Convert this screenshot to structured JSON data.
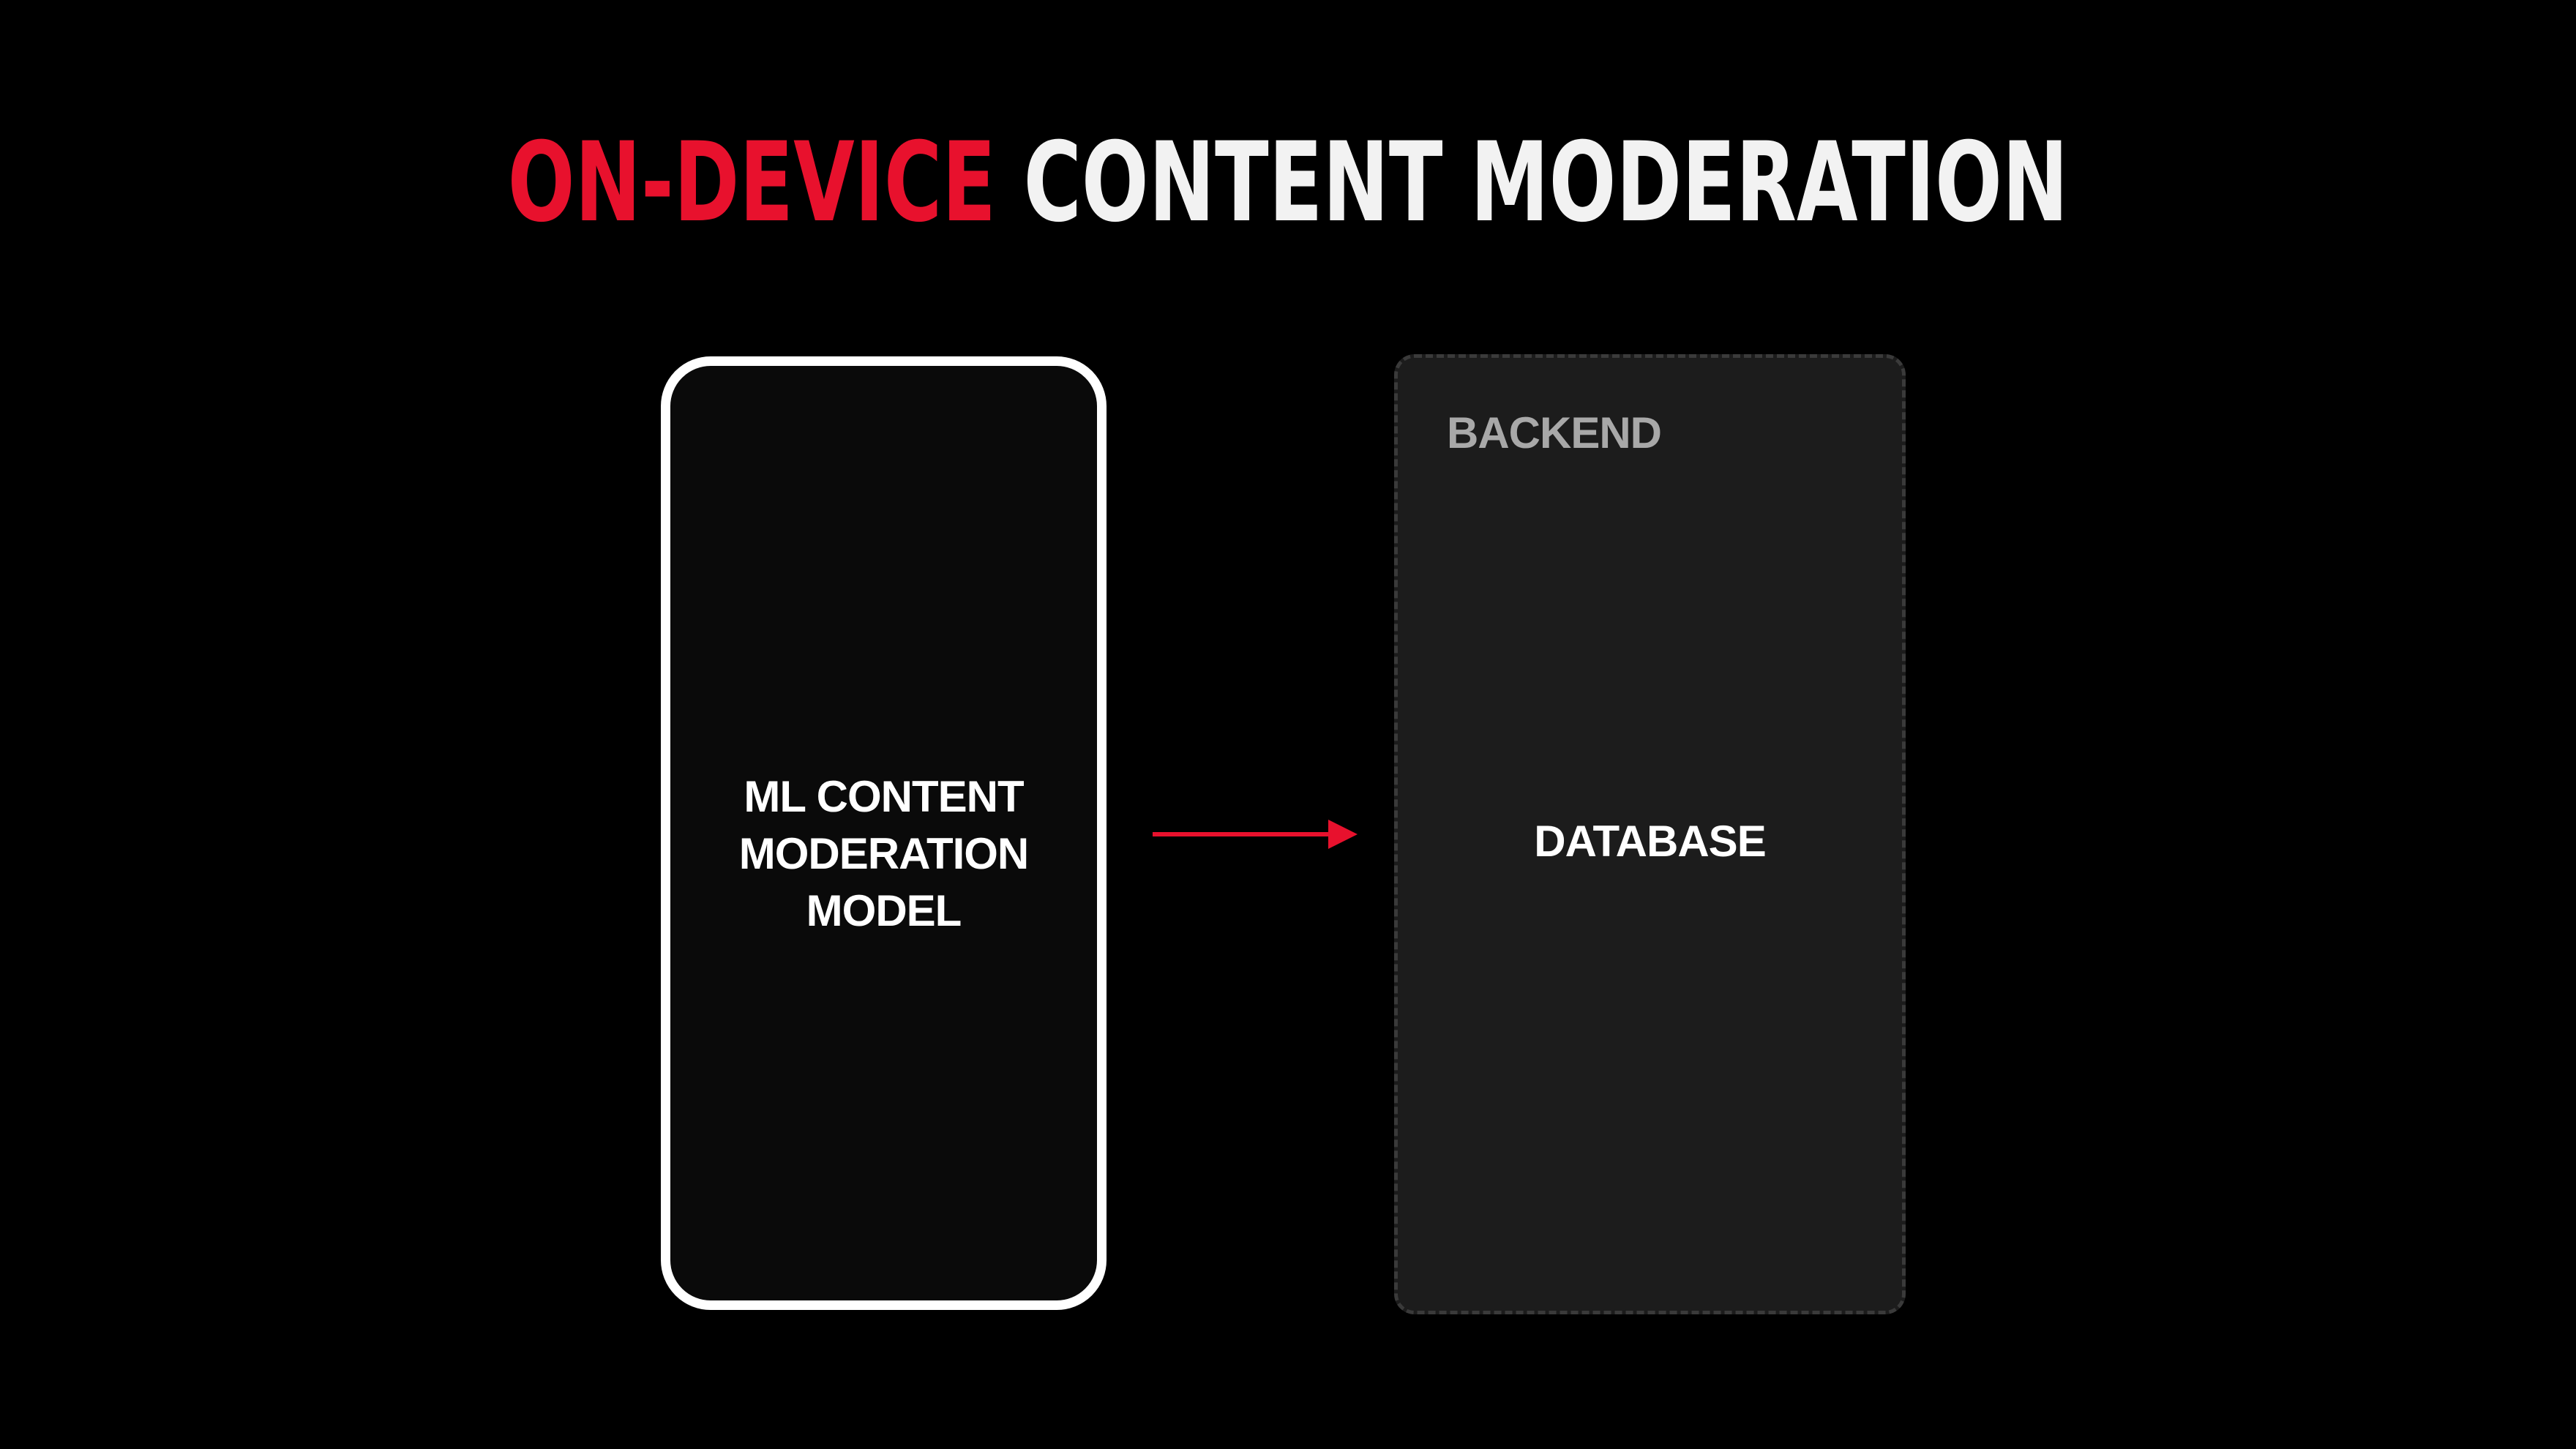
{
  "title": {
    "accent": "ON-DEVICE",
    "main": "CONTENT MODERATION"
  },
  "device": {
    "label_lines": [
      "ML CONTENT",
      "MODERATION",
      "MODEL"
    ]
  },
  "connector": {
    "direction": "device-to-backend",
    "icon": "arrow-right-icon"
  },
  "backend": {
    "label": "BACKEND",
    "content": "DATABASE"
  },
  "colors": {
    "background": "#000000",
    "accent": "#e8112d",
    "title_text": "#f2f2f2",
    "device_border": "#ffffff",
    "device_fill": "#0a0a0a",
    "backend_fill": "#1c1c1c",
    "backend_border": "#3a3a3a",
    "backend_label": "#a8a8a8"
  }
}
